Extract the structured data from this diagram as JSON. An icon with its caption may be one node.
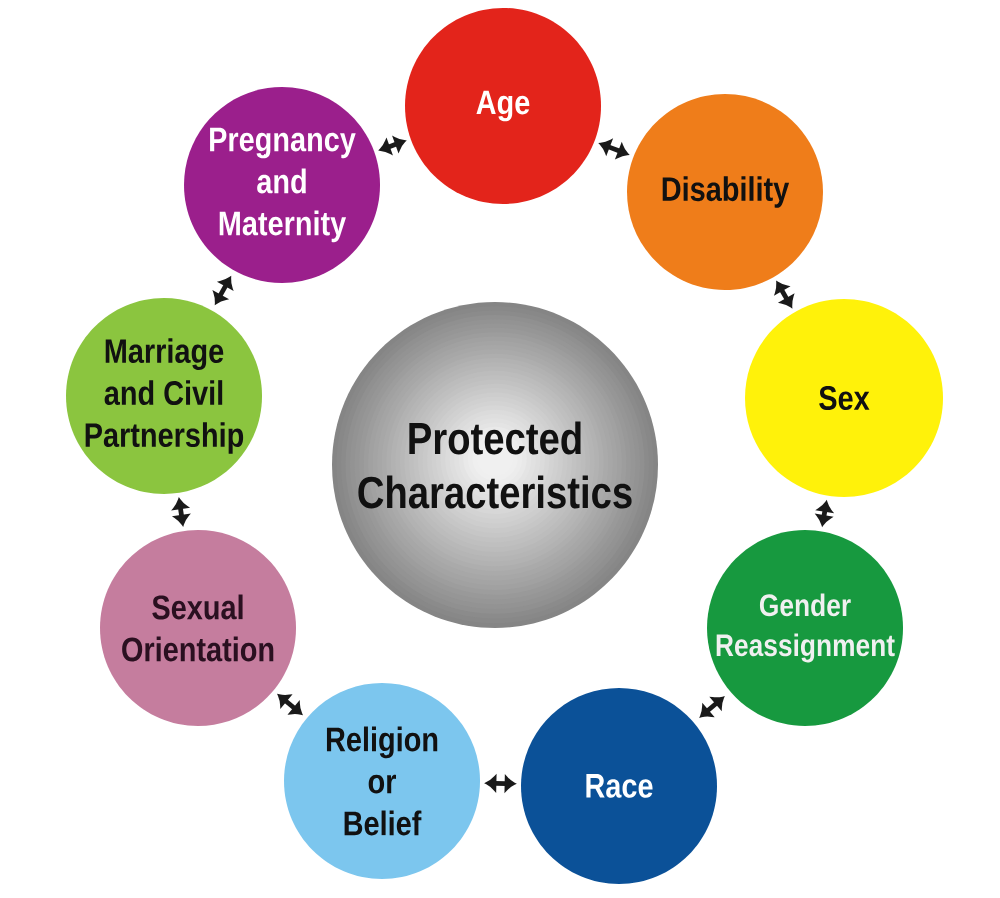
{
  "diagram": {
    "nodes": [
      {
        "text": [
          "Protected Characteristics"
        ]
      },
      {
        "text": [
          "Age"
        ]
      },
      {
        "text": [
          "Disability"
        ]
      },
      {
        "text": [
          "Sex"
        ]
      },
      {
        "text": [
          "Gender Reassignment"
        ]
      },
      {
        "text": [
          "Race"
        ]
      },
      {
        "text": [
          "Religion or Belief"
        ]
      },
      {
        "text": [
          "Sexual Orientation"
        ]
      },
      {
        "text": [
          "Marriage and Civil Partnership"
        ]
      },
      {
        "text": [
          "Pregnancy and Maternity"
        ]
      }
    ],
    "edges": [
      {
        "from": 1,
        "to": 2,
        "arrow": "both"
      },
      {
        "from": 2,
        "to": 3,
        "arrow": "both"
      },
      {
        "from": 3,
        "to": 4,
        "arrow": "both"
      },
      {
        "from": 4,
        "to": 5,
        "arrow": "both"
      },
      {
        "from": 5,
        "to": 6,
        "arrow": "both"
      },
      {
        "from": 6,
        "to": 7,
        "arrow": "both"
      },
      {
        "from": 7,
        "to": 8,
        "arrow": "both"
      },
      {
        "from": 8,
        "to": 9,
        "arrow": "both"
      },
      {
        "from": 9,
        "to": 1,
        "arrow": "both"
      }
    ]
  }
}
